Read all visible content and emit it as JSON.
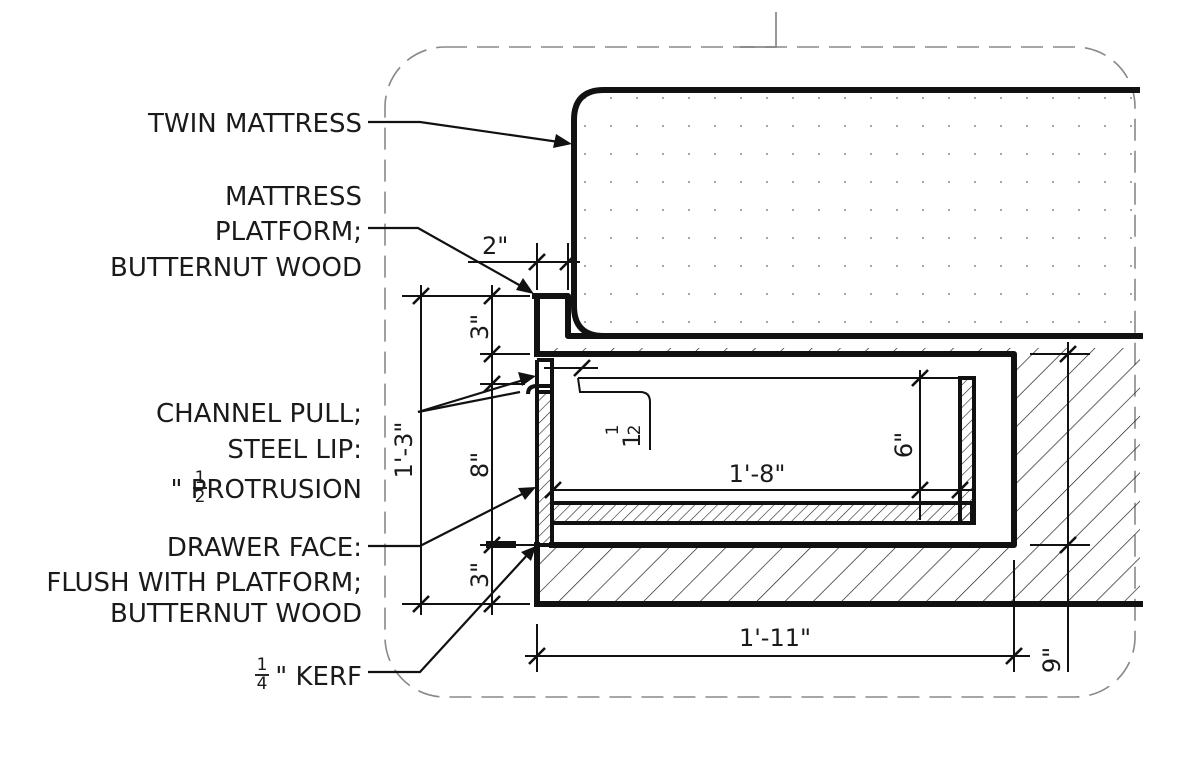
{
  "labels": {
    "twin_mattress": "TWIN MATTRESS",
    "platform_line1": "MATTRESS",
    "platform_line2": "PLATFORM;",
    "platform_line3": "BUTTERNUT WOOD",
    "pull_line1": "CHANNEL PULL;",
    "pull_line2": "STEEL LIP:",
    "pull_line3_frac_num": "1",
    "pull_line3_frac_den": "2",
    "pull_line3_rest": "\" PROTRUSION",
    "face_line1": "DRAWER FACE:",
    "face_line2": "FLUSH WITH PLATFORM;",
    "face_line3": "BUTTERNUT WOOD",
    "kerf_frac_num": "1",
    "kerf_frac_den": "4",
    "kerf_rest": "\" KERF"
  },
  "dimensions": {
    "lip_width": "2\"",
    "overall_height": "1'-3\"",
    "top_rail": "3\"",
    "drawer_face": "8\"",
    "bottom_rail": "3\"",
    "pull_depth_whole": "1",
    "pull_depth_frac_num": "1",
    "pull_depth_frac_den": "2",
    "drawer_box_height": "6\"",
    "drawer_box_depth": "1'-8\"",
    "drawer_opening_depth": "1'-11\"",
    "base_height": "9\""
  }
}
